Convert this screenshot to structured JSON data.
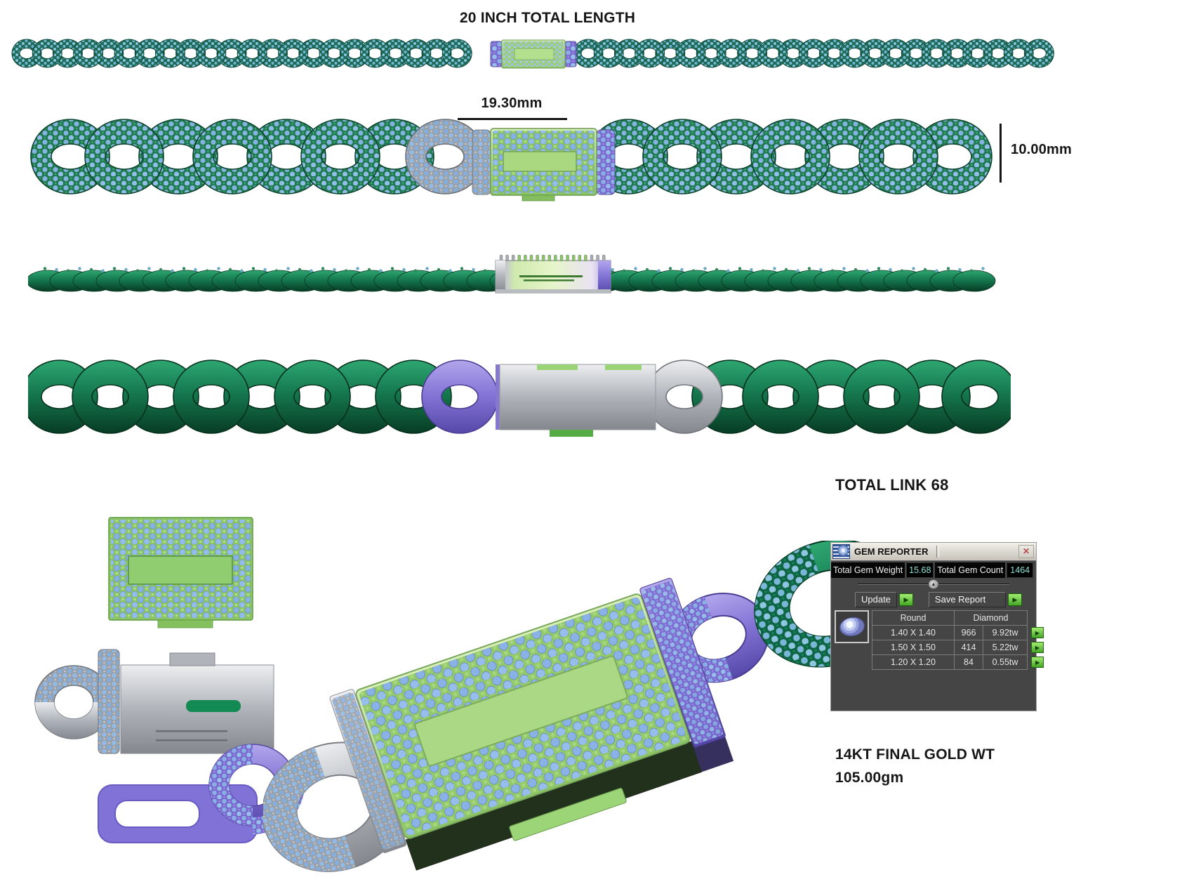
{
  "labels": {
    "total_length": "20 INCH TOTAL LENGTH",
    "clasp_width": "19.30mm",
    "chain_height": "10.00mm",
    "total_link": "TOTAL LINK 68",
    "gold_wt_line1": "14KT FINAL GOLD WT",
    "gold_wt_line2": "105.00gm"
  },
  "gem_reporter": {
    "window_title": "GEM REPORTER",
    "close_glyph": "✕",
    "slider_glyph": "▲",
    "stats": {
      "weight_label": "Total Gem Weight",
      "weight_value": "15.68",
      "count_label": "Total Gem Count",
      "count_value": "1464"
    },
    "buttons": {
      "update": "Update",
      "save_report": "Save Report",
      "run_glyph": "▶"
    },
    "table": {
      "shape_col": "Round",
      "type_col": "Diamond",
      "rows": [
        {
          "size": "1.40 X 1.40",
          "count": "966",
          "weight": "9.92tw"
        },
        {
          "size": "1.50 X 1.50",
          "count": "414",
          "weight": "5.22tw"
        },
        {
          "size": "1.20 X 1.20",
          "count": "84",
          "weight": "0.55tw"
        }
      ]
    }
  },
  "colors": {
    "chain_green": "#15784e",
    "chain_green_light": "#2ea772",
    "chain_green_dark": "#073c24",
    "gem_blue": "#86b2e2",
    "clasp_green": "#8cc465",
    "clasp_green_light": "#d8efb5",
    "purple": "#8172d4",
    "purple_light": "#b2a6ec",
    "purple_dark": "#5648a8",
    "silver": "#b0b4ba",
    "silver_light": "#eceef0",
    "silver_dark": "#84888e",
    "button_green": "#52b832",
    "value_teal": "#8fe0d4",
    "close_red": "#b34a4a"
  }
}
